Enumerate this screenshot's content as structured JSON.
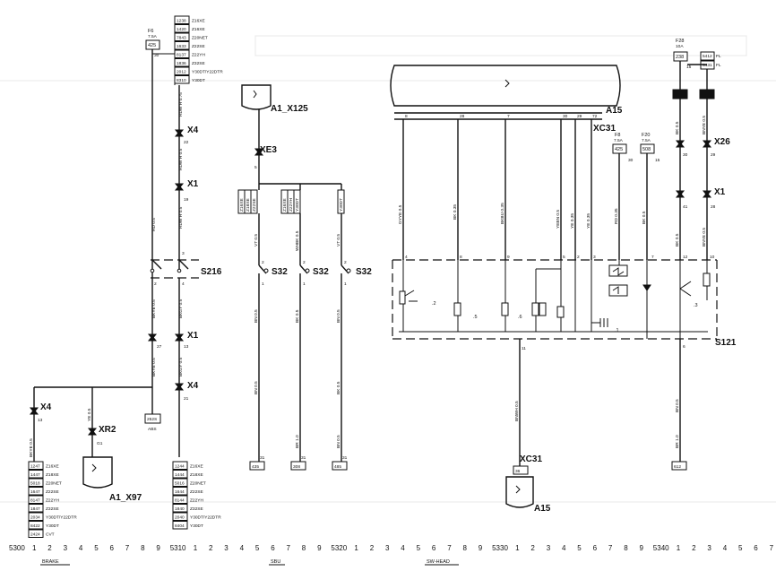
{
  "fuse_blocks": [
    {
      "id": "F6",
      "name": "F6",
      "rating": "7.5A",
      "value": "425",
      "pin": "30"
    },
    {
      "id": "F28",
      "name": "F28",
      "rating": "10A",
      "value": "238",
      "pin": "15"
    },
    {
      "id": "F8",
      "name": "F8",
      "rating": "7.5A",
      "value": "425",
      "pin": "30"
    },
    {
      "id": "F20",
      "name": "F20",
      "rating": "7.5A",
      "value": "508",
      "pin": "15"
    }
  ],
  "engine_table_top": {
    "rows": [
      {
        "code": "1238",
        "label": "Z16XE"
      },
      {
        "code": "1420",
        "label": "Z16XE"
      },
      {
        "code": "7843",
        "label": "Z20NET"
      },
      {
        "code": "1633",
        "label": "Z22SE"
      },
      {
        "code": "8137",
        "label": "Z22YH"
      },
      {
        "code": "1836",
        "label": "Z32SE"
      },
      {
        "code": "2012",
        "label": "Y30DT/Y22DTR"
      },
      {
        "code": "8310",
        "label": "Y30DT"
      }
    ]
  },
  "engine_table_left": {
    "rows": [
      {
        "code": "1247",
        "label": "Z16XE"
      },
      {
        "code": "1447",
        "label": "Z18XE"
      },
      {
        "code": "5018",
        "label": "Z20NET"
      },
      {
        "code": "1647",
        "label": "Z22SE"
      },
      {
        "code": "8147",
        "label": "Z22YH"
      },
      {
        "code": "1847",
        "label": "Z32SE"
      },
      {
        "code": "2034",
        "label": "Y30DT/Y22DTR"
      },
      {
        "code": "8422",
        "label": "Y30DT"
      },
      {
        "code": "2424",
        "label": "CVT"
      }
    ]
  },
  "engine_table_mid": {
    "rows": [
      {
        "code": "1244",
        "label": "Z16XE"
      },
      {
        "code": "1444",
        "label": "Z18XE"
      },
      {
        "code": "5016",
        "label": "Z20NET"
      },
      {
        "code": "1644",
        "label": "Z22SE"
      },
      {
        "code": "8144",
        "label": "Z22YH"
      },
      {
        "code": "1840",
        "label": "Z32SE"
      },
      {
        "code": "2040",
        "label": "Y30DT/Y22DTR"
      },
      {
        "code": "8404",
        "label": "Y30DT"
      }
    ]
  },
  "s32_tables": {
    "a": [
      "Z16XE",
      "Z18XE",
      "Z22SE"
    ],
    "b": [
      "Z16XE",
      "Z22YH",
      "Y30DT"
    ],
    "c": [
      "Y30DT"
    ]
  },
  "connectors": {
    "x4": "X4",
    "x1": "X1",
    "xe3": "XE3",
    "xc31": "XC31",
    "x26": "X26",
    "xr2": "XR2",
    "s216": "S216",
    "s32": "S32",
    "s121": "S121",
    "a1x125": "A1_X125",
    "a1x97": "A1_X97",
    "a15": "A15"
  },
  "pins": {
    "x4_top": "22",
    "x1_top": "19",
    "s216_a": "2",
    "s216_b": "4",
    "s216_c": "3",
    "x1_mid": "27",
    "x1_mid2": "13",
    "x4_mid": "21",
    "x4_left": "13",
    "xe3": "5",
    "xr2": "G1",
    "s32_a": "2",
    "s32_b": "1",
    "xc31_top": [
      "8",
      "28",
      "7",
      "30",
      "29",
      "72"
    ],
    "x26_a": "30",
    "x26_b": "29",
    "x1_r_a": "41",
    "x1_r_b": "28",
    "s121_top": [
      "4",
      "8",
      "9",
      "5",
      "2",
      "3",
      "7",
      "12",
      "10"
    ],
    "s121_out": "11",
    "s121_out_r": "6",
    "xc31_bot": "36",
    "f28_codes": [
      "5412",
      "5431"
    ],
    "f28_code_suffix": [
      "FL",
      "FL"
    ],
    "abs_code": "252S",
    "abs_label": "ABS",
    "out_codes": [
      "435",
      "308",
      "485"
    ],
    "out_bottom_code": "612",
    "pin31": "31"
  },
  "wire_labels": {
    "rdw_top": "RDW H 0.75",
    "rdw_2": "RDW H 0.5",
    "rdw_3": "RDW H 0.5",
    "rd": "RD 0.5",
    "bkyel": "BKYE 0.5",
    "bk_sw": "BKYE 0.5",
    "bkgy": "BKGY 0.5",
    "bkgy2": "BKGY 0.5",
    "ye_05": "YE 0.5",
    "bkye_left": "BKYE 0.5",
    "vt_05": "VT 0.5",
    "bkbn": "WHBK 0.5",
    "vt_05b": "VT 0.5",
    "bn_05": "BN 0.5",
    "bk_05a": "BK 0.5",
    "bn_05b": "BN 0.5",
    "gyye": "GYYE 0.5",
    "bk_035": "BK 0.35",
    "bkbu": "BKBU 0.35",
    "yebn": "YEBN 0.5",
    "ye_035": "YE 0.35",
    "rd_035": "RD 0.35",
    "bk_r1": "BK 0.5",
    "bnye": "BNYE 0.5",
    "bk_r2": "BK 0.5",
    "bnwh": "BNWH 0.5",
    "bn_r": "BN 0.5",
    "bn_bot": "BN 0.5",
    "bk_bot": "BK 0.5",
    "bn_bot2": "BN 0.5",
    "br_bot": "BR 1.0"
  },
  "s121_items": [
    ".2",
    ".5",
    ".6",
    ".1",
    ".3"
  ],
  "bottom_scale": {
    "groups": [
      {
        "start": "5300",
        "nums": [
          "1",
          "2",
          "3",
          "4",
          "5",
          "6",
          "7",
          "8",
          "9"
        ]
      },
      {
        "start": "5310",
        "nums": [
          "1",
          "2",
          "3",
          "4",
          "5",
          "6",
          "7",
          "8",
          "9"
        ]
      },
      {
        "start": "5320",
        "nums": [
          "1",
          "2",
          "3",
          "4",
          "5",
          "6",
          "7",
          "8",
          "9"
        ]
      },
      {
        "start": "5330",
        "nums": [
          "1",
          "2",
          "3",
          "4",
          "5",
          "6",
          "7",
          "8",
          "9"
        ]
      },
      {
        "start": "5340",
        "nums": [
          "1",
          "2",
          "3",
          "4",
          "5",
          "6",
          "7",
          "8",
          "9"
        ]
      }
    ],
    "sections": [
      "BRAKE",
      "SBU",
      "SW-HEAD"
    ]
  }
}
